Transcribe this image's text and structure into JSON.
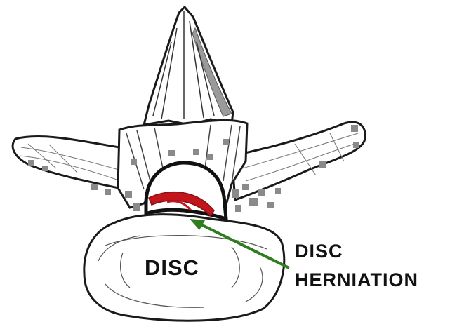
{
  "labels": {
    "disc": "DISC",
    "herniation_line1": "DISC",
    "herniation_line2": "HERNIATION"
  },
  "colors": {
    "outline": "#1a1a1a",
    "herniation": "#c0161c",
    "arrow": "#2e7d1e",
    "speckle": "#8a8a8a",
    "shade": "#9a9a9a"
  }
}
